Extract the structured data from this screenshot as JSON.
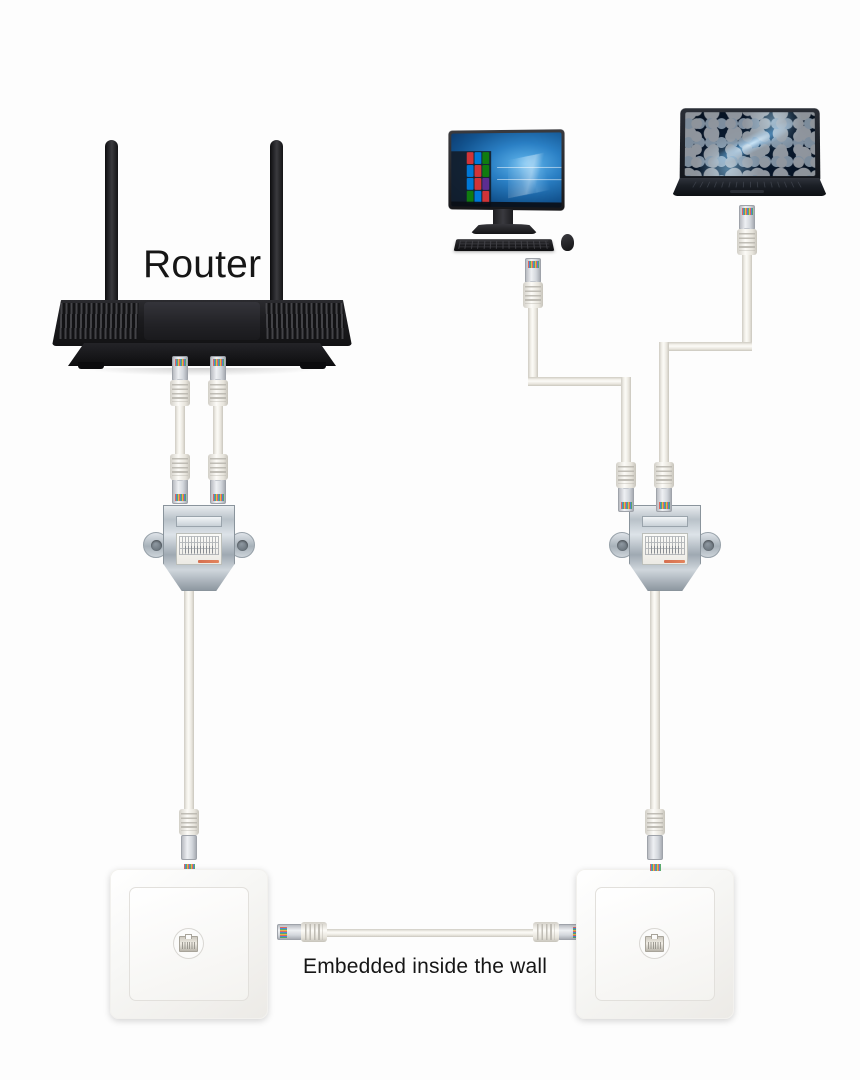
{
  "diagram": {
    "title": "Ethernet splitter wall wiring diagram",
    "background_color": "#fdfdfd"
  },
  "labels": {
    "router": "Router",
    "wall": "Embedded inside the wall"
  },
  "devices": {
    "router": {
      "name": "Router",
      "antenna_count": 2,
      "color": "#18181a",
      "port_count": 2
    },
    "desktop": {
      "name": "All-in-one desktop computer",
      "os": "Windows 10",
      "wallpaper_color": "#2a7fc4",
      "peripherals": [
        "keyboard",
        "mouse"
      ],
      "tile_colors": [
        "#d13438",
        "#0078d7",
        "#107c10",
        "#0078d7",
        "#d13438",
        "#107c10",
        "#0078d7",
        "#d13438",
        "#5c2d91",
        "#107c10",
        "#0078d7",
        "#d13438"
      ]
    },
    "laptop": {
      "name": "Laptop computer",
      "wallpaper": "blue nebula",
      "wallpaper_color": "#0d2238"
    },
    "splitter_left": {
      "name": "Ethernet splitter",
      "body_color": "#b9c2c9",
      "uplink_ports": 2,
      "downlink_ports": 1
    },
    "splitter_right": {
      "name": "Ethernet splitter",
      "body_color": "#b9c2c9",
      "uplink_ports": 2,
      "downlink_ports": 1
    },
    "outlet_left": {
      "name": "RJ45 wall outlet",
      "color": "#ffffff",
      "jack_count": 1
    },
    "outlet_right": {
      "name": "RJ45 wall outlet",
      "color": "#ffffff",
      "jack_count": 1
    }
  },
  "cables": {
    "color": "#f4f2ec",
    "connector_type": "RJ45",
    "links": [
      {
        "id": "router-to-splitter-a",
        "from": "router",
        "to": "splitter_left"
      },
      {
        "id": "router-to-splitter-b",
        "from": "router",
        "to": "splitter_left"
      },
      {
        "id": "splitter-left-to-outlet",
        "from": "splitter_left",
        "to": "outlet_left"
      },
      {
        "id": "outlet-to-outlet",
        "from": "outlet_left",
        "to": "outlet_right"
      },
      {
        "id": "splitter-right-to-outlet",
        "from": "splitter_right",
        "to": "outlet_right"
      },
      {
        "id": "desktop-to-splitter",
        "from": "desktop",
        "to": "splitter_right"
      },
      {
        "id": "laptop-to-splitter",
        "from": "laptop",
        "to": "splitter_right"
      }
    ]
  }
}
